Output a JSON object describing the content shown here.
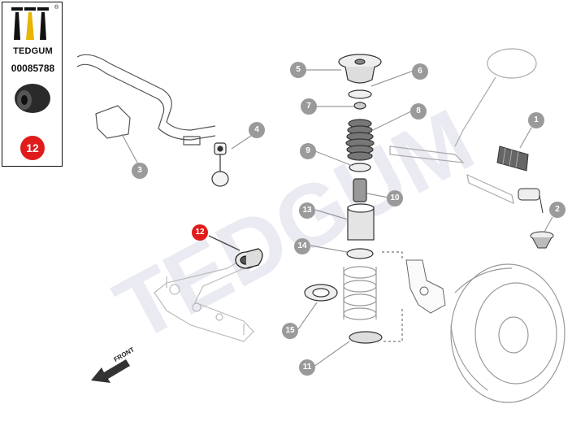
{
  "brand": {
    "name": "TEDGUM",
    "registered_mark": "®",
    "part_number": "00085788"
  },
  "highlight_badge": "12",
  "watermark": "TEDGUM",
  "direction_label": "FRONT",
  "callouts": {
    "c1": "1",
    "c2": "2",
    "c3": "3",
    "c4": "4",
    "c5": "5",
    "c6": "6",
    "c7": "7",
    "c8": "8",
    "c9": "9",
    "c10": "10",
    "c11": "11",
    "c12": "12",
    "c13": "13",
    "c14": "14",
    "c15": "15"
  },
  "colors": {
    "accent": "#e01b1b",
    "callout": "#9a9a9a",
    "line": "#333333",
    "watermark": "#e8e8f0"
  }
}
